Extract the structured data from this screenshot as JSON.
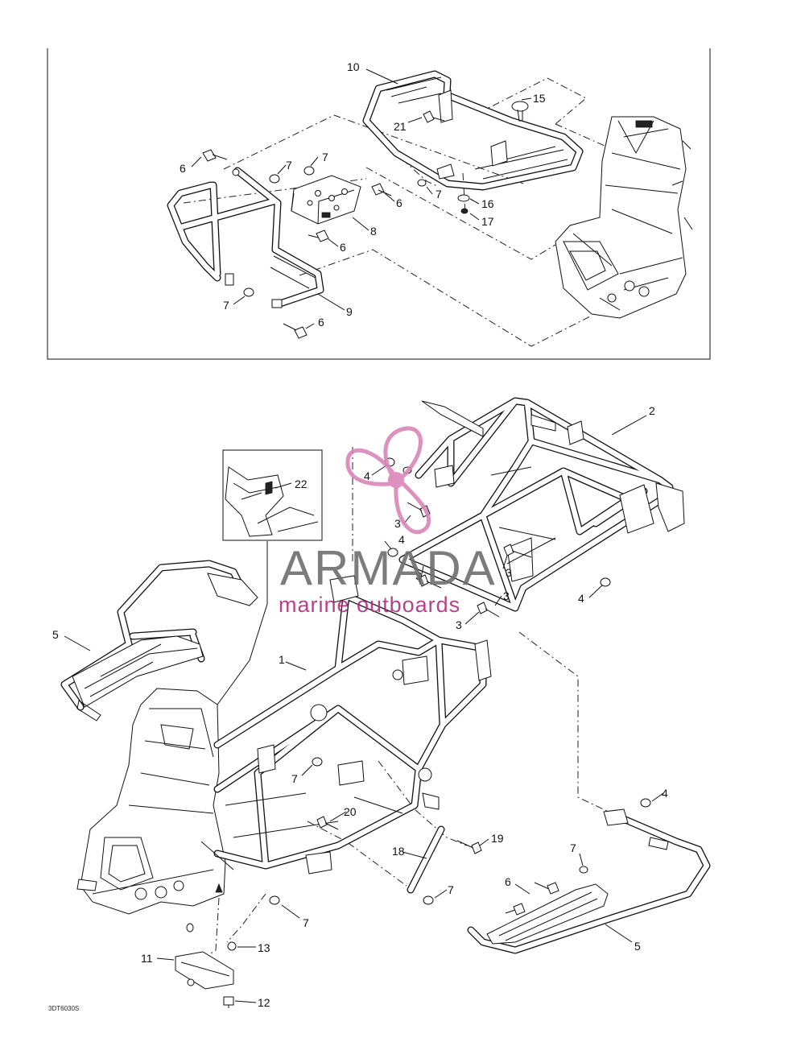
{
  "diagram_code": "3DT6030S",
  "watermark": {
    "brand": "ARMADA",
    "tagline": "marine outboards",
    "brand_color": "#6e6e6e",
    "accent_color": "#d986b8"
  },
  "labels": {
    "l1": "1",
    "l2": "2",
    "l3a": "3",
    "l3b": "3",
    "l3c": "3",
    "l3d": "3",
    "l4a": "4",
    "l4b": "4",
    "l4c": "4",
    "l4d": "4",
    "l5a": "5",
    "l5b": "5",
    "l6a": "6",
    "l6b": "6",
    "l6c": "6",
    "l6d": "6",
    "l6e": "6",
    "l7a": "7",
    "l7b": "7",
    "l7c": "7",
    "l7d": "7",
    "l7e": "7",
    "l7f": "7",
    "l7g": "7",
    "l7h": "7",
    "l8": "8",
    "l9": "9",
    "l10": "10",
    "l11": "11",
    "l12": "12",
    "l13": "13",
    "l15": "15",
    "l16": "16",
    "l17": "17",
    "l18": "18",
    "l19": "19",
    "l20": "20",
    "l21": "21",
    "l22": "22"
  }
}
